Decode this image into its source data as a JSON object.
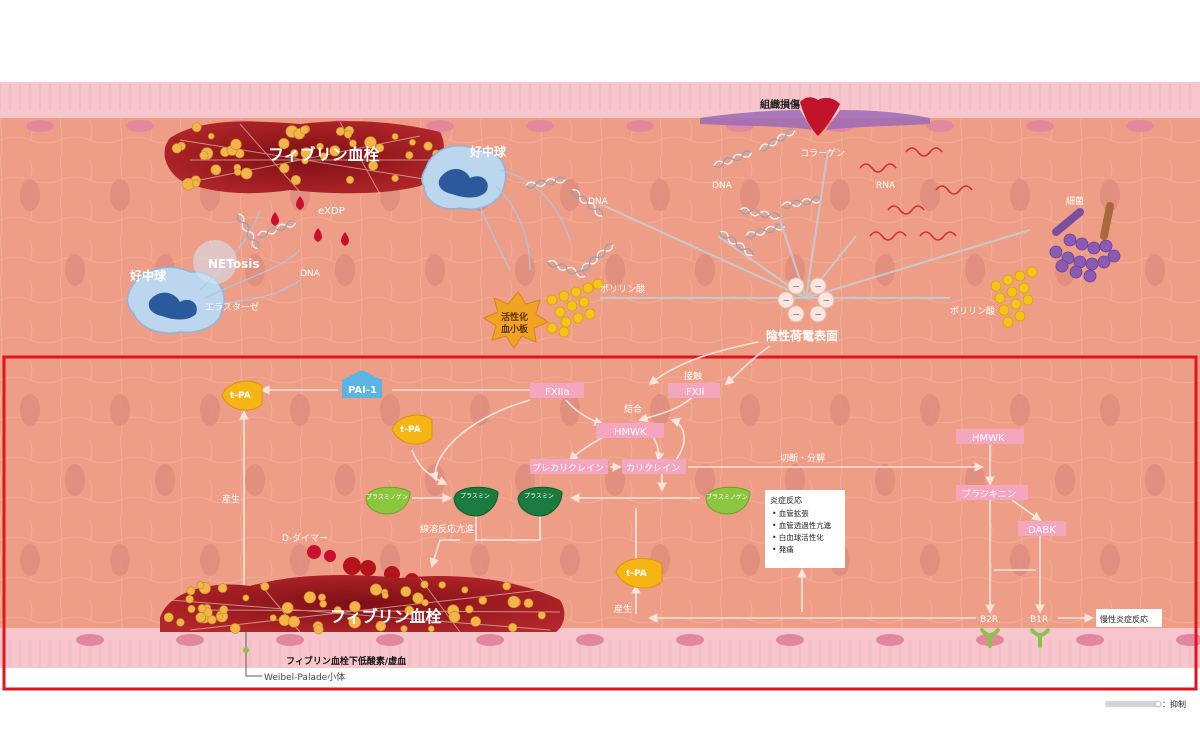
{
  "colors": {
    "wall": "#f6c6cc",
    "lumen": "#ee9e86",
    "lumen_light": "#f3b59d",
    "cell_oval": "#d97b72",
    "label_box": "#f3a6bd",
    "label_text": "#ffffff",
    "highlight_frame": "#e0141f",
    "arrow": "#fbe4dc",
    "tpa": "#f6b514",
    "plasminogen": "#8cc63f",
    "plasmin": "#1b7a3e",
    "pai": "#5bb5e4",
    "clot_red": "#a21a20",
    "platelet": "#f2b54a",
    "neutrophil": "#bcd6ee",
    "bacteria": "#8a5bb3",
    "receptor": "#8bc34a"
  },
  "top": {
    "tissue_damage": "組織損傷",
    "fibrin_clot": "フィブリン血栓",
    "neutrophil_left": "好中球",
    "neutrophil_right": "好中球",
    "netosis": "NETosis",
    "elastase": "エラスターゼ",
    "exdp": "eXDP",
    "dna_left": "DNA",
    "dna_mid": "DNA",
    "dna_top": "DNA",
    "collagen": "コラーゲン",
    "rna": "RNA",
    "bacteria": "細菌",
    "polyphosphate_left": "ポリリン酸",
    "polyphosphate_right": "ポリリン酸",
    "activated_platelet_1": "活性化",
    "activated_platelet_2": "血小板",
    "negative_surface": "陰性荷電表面",
    "neg_symbol": "−"
  },
  "bottom": {
    "pai1": "PAI-1",
    "tpa_top": "t-PA",
    "tpa_mid": "t-PA",
    "tpa_low": "t-PA",
    "fxiia": "FXIIa",
    "fxii": "FXII",
    "contact": "接触",
    "binding": "結合",
    "hmwk_center": "HMWK",
    "prekallikrein": "プレカリクレイン",
    "kallikrein": "カリクレイン",
    "cleavage": "切断・分解",
    "hmwk_right": "HMWK",
    "bradykinin": "ブラジキニン",
    "dabk": "DABK",
    "b2r": "B2R",
    "b1r": "B1R",
    "chronic": "慢性炎症反応",
    "plasminogen_left": "プラスミノゲン",
    "plasminogen_right": "プラスミノゲン",
    "plasmin_left": "プラスミン",
    "plasmin_right": "プラスミン",
    "fibrinolysis": "線溶反応亢進",
    "d_dimer": "D-ダイマー",
    "fibrin_clot": "フィブリン血栓",
    "production_left": "産生",
    "production_right": "産生",
    "inflammation_title": "炎症反応",
    "inflammation_items": [
      "血管拡張",
      "血管透過性亢進",
      "白血球活性化",
      "発痛"
    ],
    "hypoxia": "フィブリン血栓下低酸素/虚血",
    "weibel": "Weibel-Palade小体"
  },
  "legend": {
    "inhibition": "：抑制"
  }
}
